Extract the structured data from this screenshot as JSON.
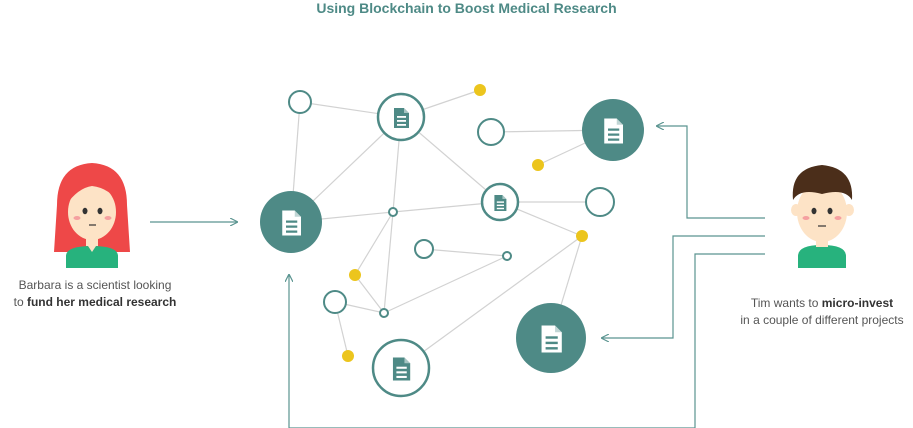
{
  "title": "Using Blockchain to Boost Medical Research",
  "barbara": {
    "caption_line1": "Barbara is a scientist looking",
    "caption_line2_prefix": "to ",
    "caption_line2_bold": "fund her medical research"
  },
  "tim": {
    "caption_line1_prefix": "Tim wants to ",
    "caption_line1_bold": "micro-invest",
    "caption_line2": "in a couple of different projects"
  },
  "icons": [
    "document-icon",
    "person-icon"
  ],
  "colors": {
    "teal": "#4e8a86",
    "gold": "#ecc51d",
    "line": "#d2d2d2",
    "arrow": "#5a9490",
    "barbara_hair": "#ee4848",
    "skin": "#fde3c6",
    "shirt": "#27b27d",
    "tim_hair": "#4b2e1a"
  }
}
